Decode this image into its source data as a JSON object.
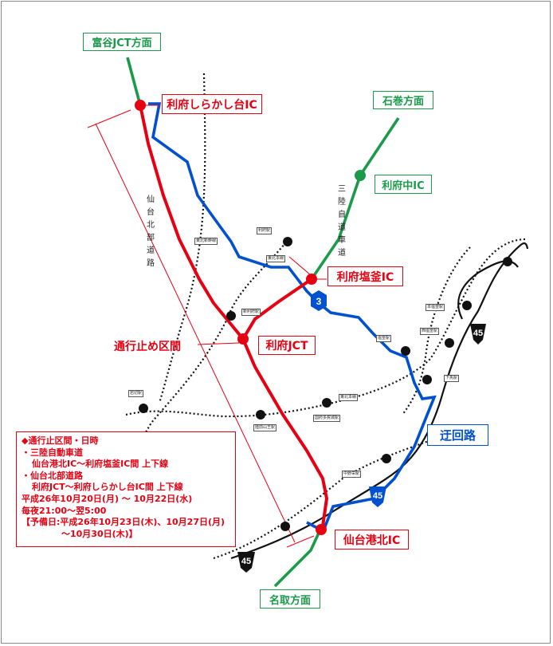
{
  "directions": {
    "tomiya": "富谷JCT方面",
    "ishinomaki": "石巻方面",
    "natori": "名取方面"
  },
  "interchanges": {
    "rifu_shirakashidai": "利府しらかし台IC",
    "rifu_naka": "利府中IC",
    "rifu_shiogama": "利府塩釜IC",
    "rifu_jct": "利府JCT",
    "sendai_kohoku": "仙台港北IC"
  },
  "road_labels": {
    "sanriku_expressway": "三陸自道車道",
    "sendai_hokubu_road": "仙台北部道路",
    "closure_section": "通行止め区間",
    "detour": "迂回路"
  },
  "route_shields": [
    "3",
    "45",
    "45",
    "45"
  ],
  "stations": [
    "利府駅",
    "東北新幹線",
    "東北本線",
    "新利府駅",
    "塩釜駅",
    "本塩釜駅",
    "西塩釜駅",
    "下馬駅",
    "岩切駅",
    "東北本線",
    "陸前山王駅",
    "国府多賀城駅",
    "中野栄駅"
  ],
  "notice": {
    "heading": "◆通行止区間・日時",
    "item1": "・三陸自動車道",
    "item1_detail": "仙台港北IC～利府塩釜IC間 上下線",
    "item2": "・仙台北部道路",
    "item2_detail": "利府JCT～利府しらかし台IC間 上下線",
    "period": "平成26年10月20日(月) ～ 10月22日(水)",
    "hours": "毎夜21:00～翌5:00",
    "reserve": "【予備日:平成26年10月23日(木)、10月27日(月)",
    "reserve_cont": "～10月30日(木)】"
  },
  "colors": {
    "closure_road": "#e60012",
    "expressway": "#1a9a4a",
    "detour": "#0050d0",
    "national_route": "#111111"
  },
  "legend": []
}
